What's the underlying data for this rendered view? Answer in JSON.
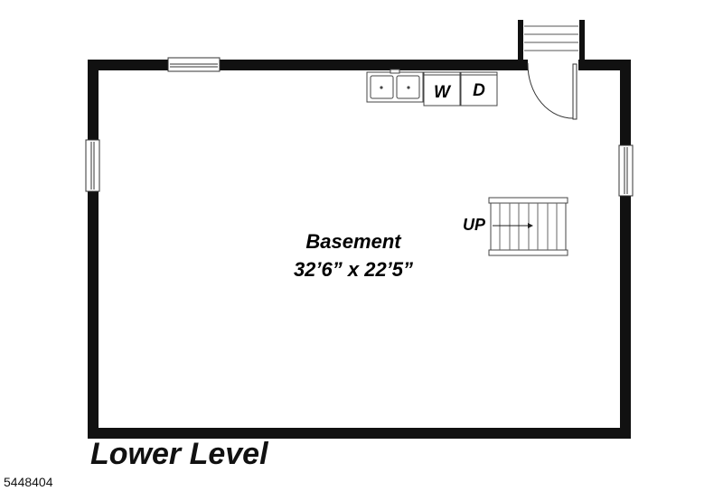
{
  "room": {
    "name": "Basement",
    "dimensions": "32’6” x 22’5”"
  },
  "appliances": {
    "washer": "W",
    "dryer": "D"
  },
  "stairs": {
    "label": "UP"
  },
  "level_title": "Lower Level",
  "listing_id": "5448404"
}
